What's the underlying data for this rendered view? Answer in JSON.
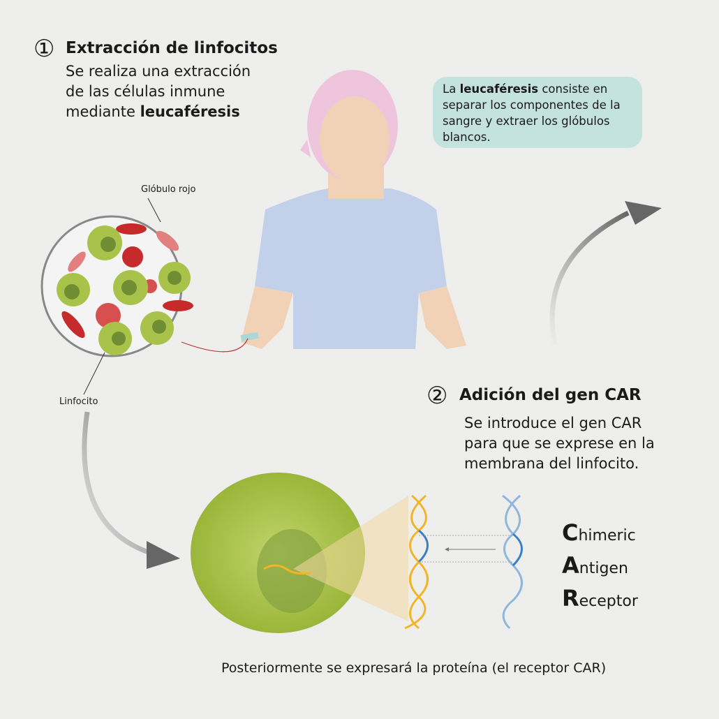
{
  "step1": {
    "number": "①",
    "title": "Extracción de linfocitos",
    "lines": [
      "Se realiza una extracción",
      "de las células inmune",
      "mediante "
    ],
    "bold_word": "leucaféresis"
  },
  "info_box": {
    "prefix": "La ",
    "bold": "leucaféresis",
    "rest": " consiste en separar los componentes de la sangre y extraer los glóbulos blancos."
  },
  "labels": {
    "red_cell": "Glóbulo rojo",
    "lymphocyte": "Linfocito"
  },
  "step2": {
    "number": "②",
    "title": "Adición del gen CAR",
    "lines": [
      "Se introduce el gen CAR",
      "para que se exprese en la",
      "membrana del linfocito."
    ]
  },
  "car": [
    {
      "initial": "C",
      "rest": "himeric"
    },
    {
      "initial": "A",
      "rest": "ntigen"
    },
    {
      "initial": "R",
      "rest": "eceptor"
    }
  ],
  "footer": "Posteriormente se expresará la proteína (el receptor CAR)",
  "colors": {
    "info_bg": "#c5e3de",
    "shirt": "#c3d0ea",
    "skin": "#f2d2b6",
    "scarf": "#eec5dc",
    "cell": "#a9c24a",
    "rbc": "#c62a2a",
    "dna_yellow": "#f2b52a",
    "dna_blue": "#3a7fc4"
  }
}
